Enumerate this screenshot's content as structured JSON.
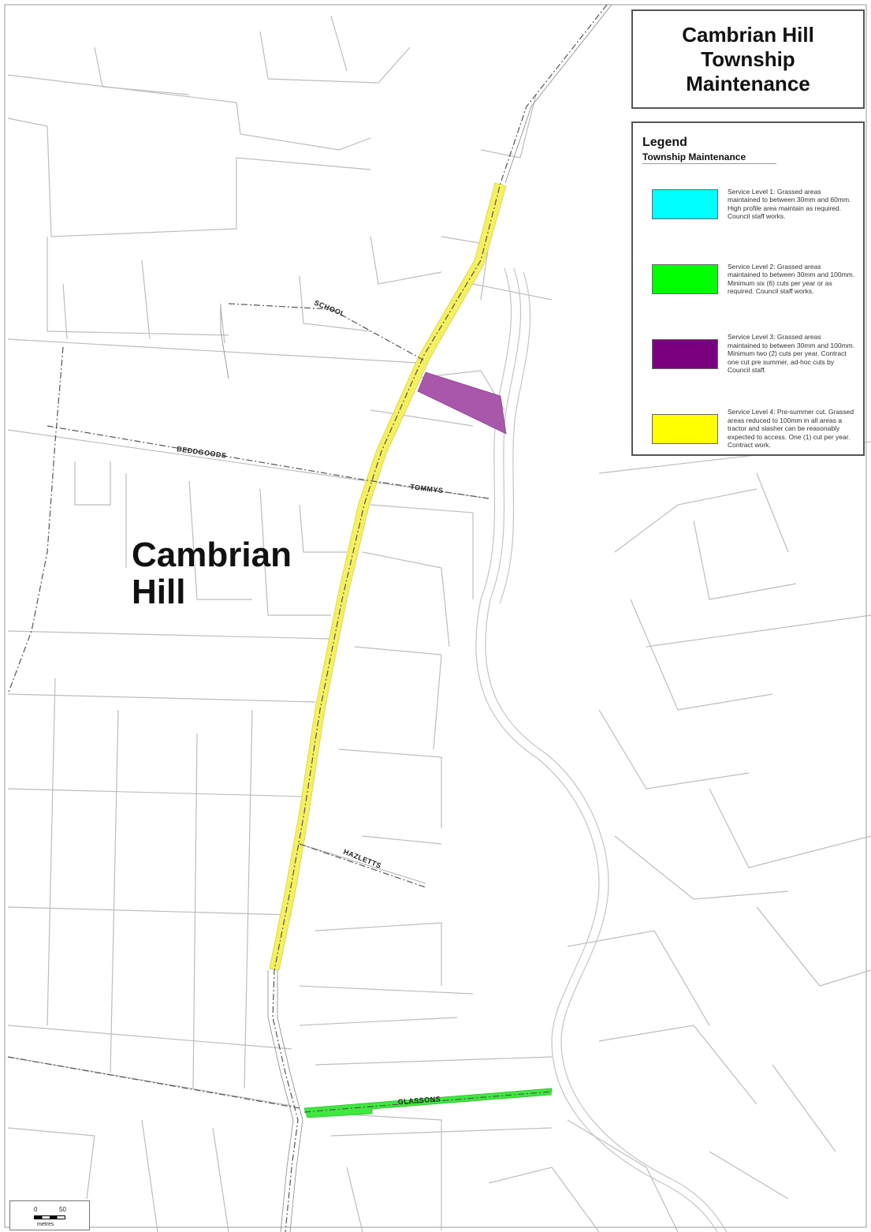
{
  "title": {
    "lines": [
      "Cambrian Hill",
      "Township",
      "Maintenance"
    ]
  },
  "place_label": {
    "lines": [
      "Cambrian",
      "Hill"
    ]
  },
  "streets": {
    "school": "SCHOOL",
    "beddgoods": "BEDDGOODS",
    "tommys": "TOMMYS",
    "hazletts": "HAZLETTS",
    "glassons": "GLASSONS"
  },
  "legend": {
    "title": "Legend",
    "subtitle": "Township Maintenance",
    "items": [
      {
        "color": "#00ffff",
        "text": "Service Level 1: Grassed areas maintained to between 30mm and 60mm. High profile area maintain as required. Council staff works."
      },
      {
        "color": "#00ff00",
        "text": "Service Level 2: Grassed areas maintained to between 30mm and 100mm. Minimum six (6) cuts per year or as required. Council staff works."
      },
      {
        "color": "#7a0080",
        "text": "Service Level 3: Grassed areas maintained to between 30mm and 100mm. Minimum two (2) cuts per year. Contract one cut pre summer, ad-hoc cuts by Council staff."
      },
      {
        "color": "#ffff00",
        "text": "Service Level 4: Pre-summer cut. Grassed areas reduced to 100mm in all areas a tractor and slasher can be reasonably expected to access. One (1) cut per year. Contract work."
      }
    ]
  },
  "scale": {
    "start": "0",
    "end": "50",
    "unit": "metres"
  },
  "map_colors": {
    "level2_green": "#3ee83e",
    "level3_purple": "#a857ab",
    "level4_yellow": "#f5f060",
    "parcel_lines": "#b8b8b8",
    "road_centerline": "#555555"
  }
}
